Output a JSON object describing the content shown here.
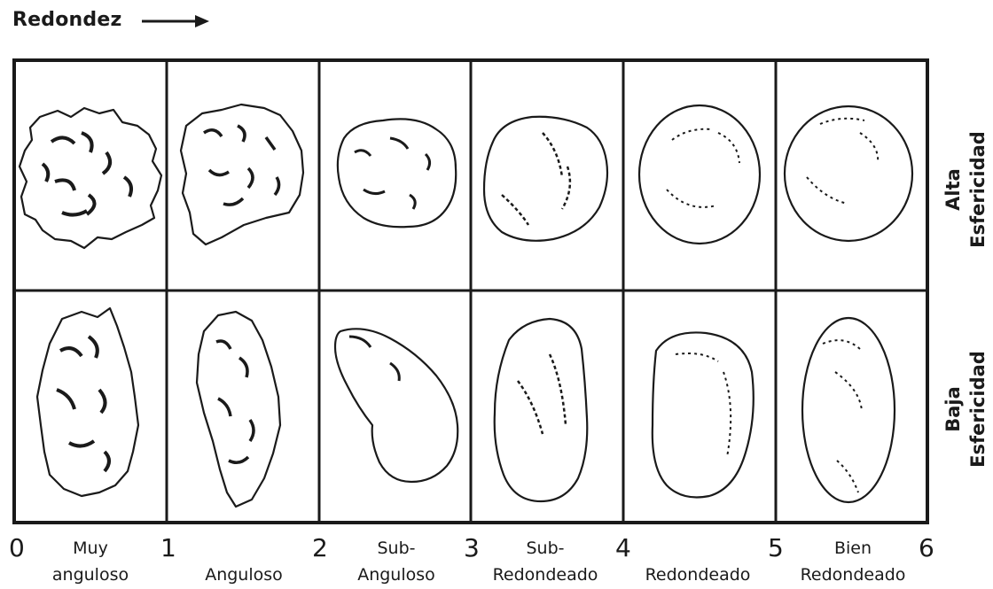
{
  "header": {
    "title": "Redondez"
  },
  "scale_numbers": [
    "0",
    "1",
    "2",
    "3",
    "4",
    "5",
    "6"
  ],
  "categories": [
    {
      "line1": "Muy",
      "line2": "anguloso"
    },
    {
      "line1": "",
      "line2": "Anguloso"
    },
    {
      "line1": "Sub-",
      "line2": "Anguloso"
    },
    {
      "line1": "Sub-",
      "line2": "Redondeado"
    },
    {
      "line1": "",
      "line2": "Redondeado"
    },
    {
      "line1": "Bien",
      "line2": "Redondeado"
    }
  ],
  "rows": [
    {
      "line1": "Alta",
      "line2": "Esfericidad"
    },
    {
      "line1": "Baja",
      "line2": "Esfericidad"
    }
  ],
  "colors": {
    "ink": "#1a1a1a",
    "paper": "#ffffff"
  }
}
